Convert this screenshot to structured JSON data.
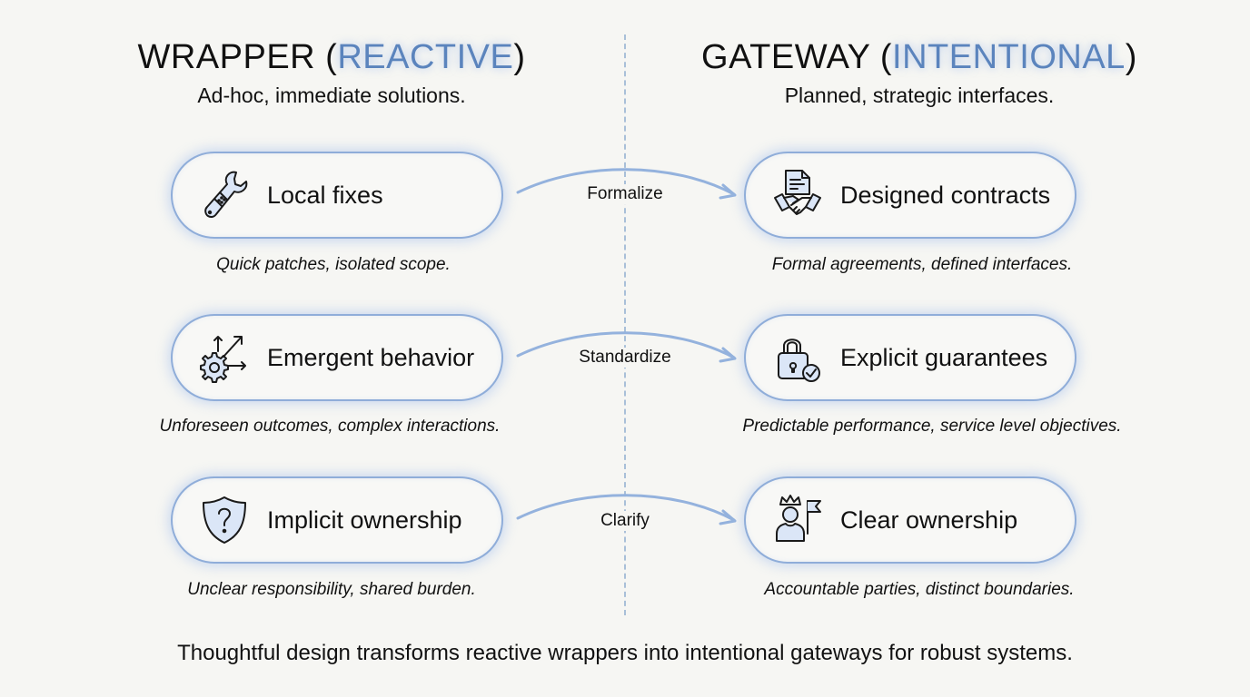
{
  "left_column": {
    "title_main": "WRAPPER (",
    "title_accent": "REACTIVE",
    "title_close": ")",
    "subtitle": "Ad-hoc, immediate solutions."
  },
  "right_column": {
    "title_main": "GATEWAY (",
    "title_accent": "INTENTIONAL",
    "title_close": ")",
    "subtitle": "Planned, strategic interfaces."
  },
  "rows": [
    {
      "left": {
        "label": "Local fixes",
        "icon": "wrench-bandage-icon",
        "caption": "Quick patches, isolated scope."
      },
      "transition": "Formalize",
      "right": {
        "label": "Designed contracts",
        "icon": "contract-handshake-icon",
        "caption": "Formal agreements, defined interfaces."
      }
    },
    {
      "left": {
        "label": "Emergent behavior",
        "icon": "gear-arrows-icon",
        "caption": "Unforeseen outcomes, complex interactions."
      },
      "transition": "Standardize",
      "right": {
        "label": "Explicit guarantees",
        "icon": "lock-check-icon",
        "caption": "Predictable performance, service level objectives."
      }
    },
    {
      "left": {
        "label": "Implicit ownership",
        "icon": "shield-question-icon",
        "caption": "Unclear responsibility, shared burden."
      },
      "transition": "Clarify",
      "right": {
        "label": "Clear ownership",
        "icon": "crowned-person-flag-icon",
        "caption": "Accountable parties, distinct boundaries."
      }
    }
  ],
  "footer": "Thoughtful design transforms reactive wrappers into intentional gateways for robust systems.",
  "colors": {
    "accent": "#5b84bd",
    "pill_border": "#8fadd9",
    "divider": "#a9bfd8",
    "background": "#f6f6f3"
  }
}
